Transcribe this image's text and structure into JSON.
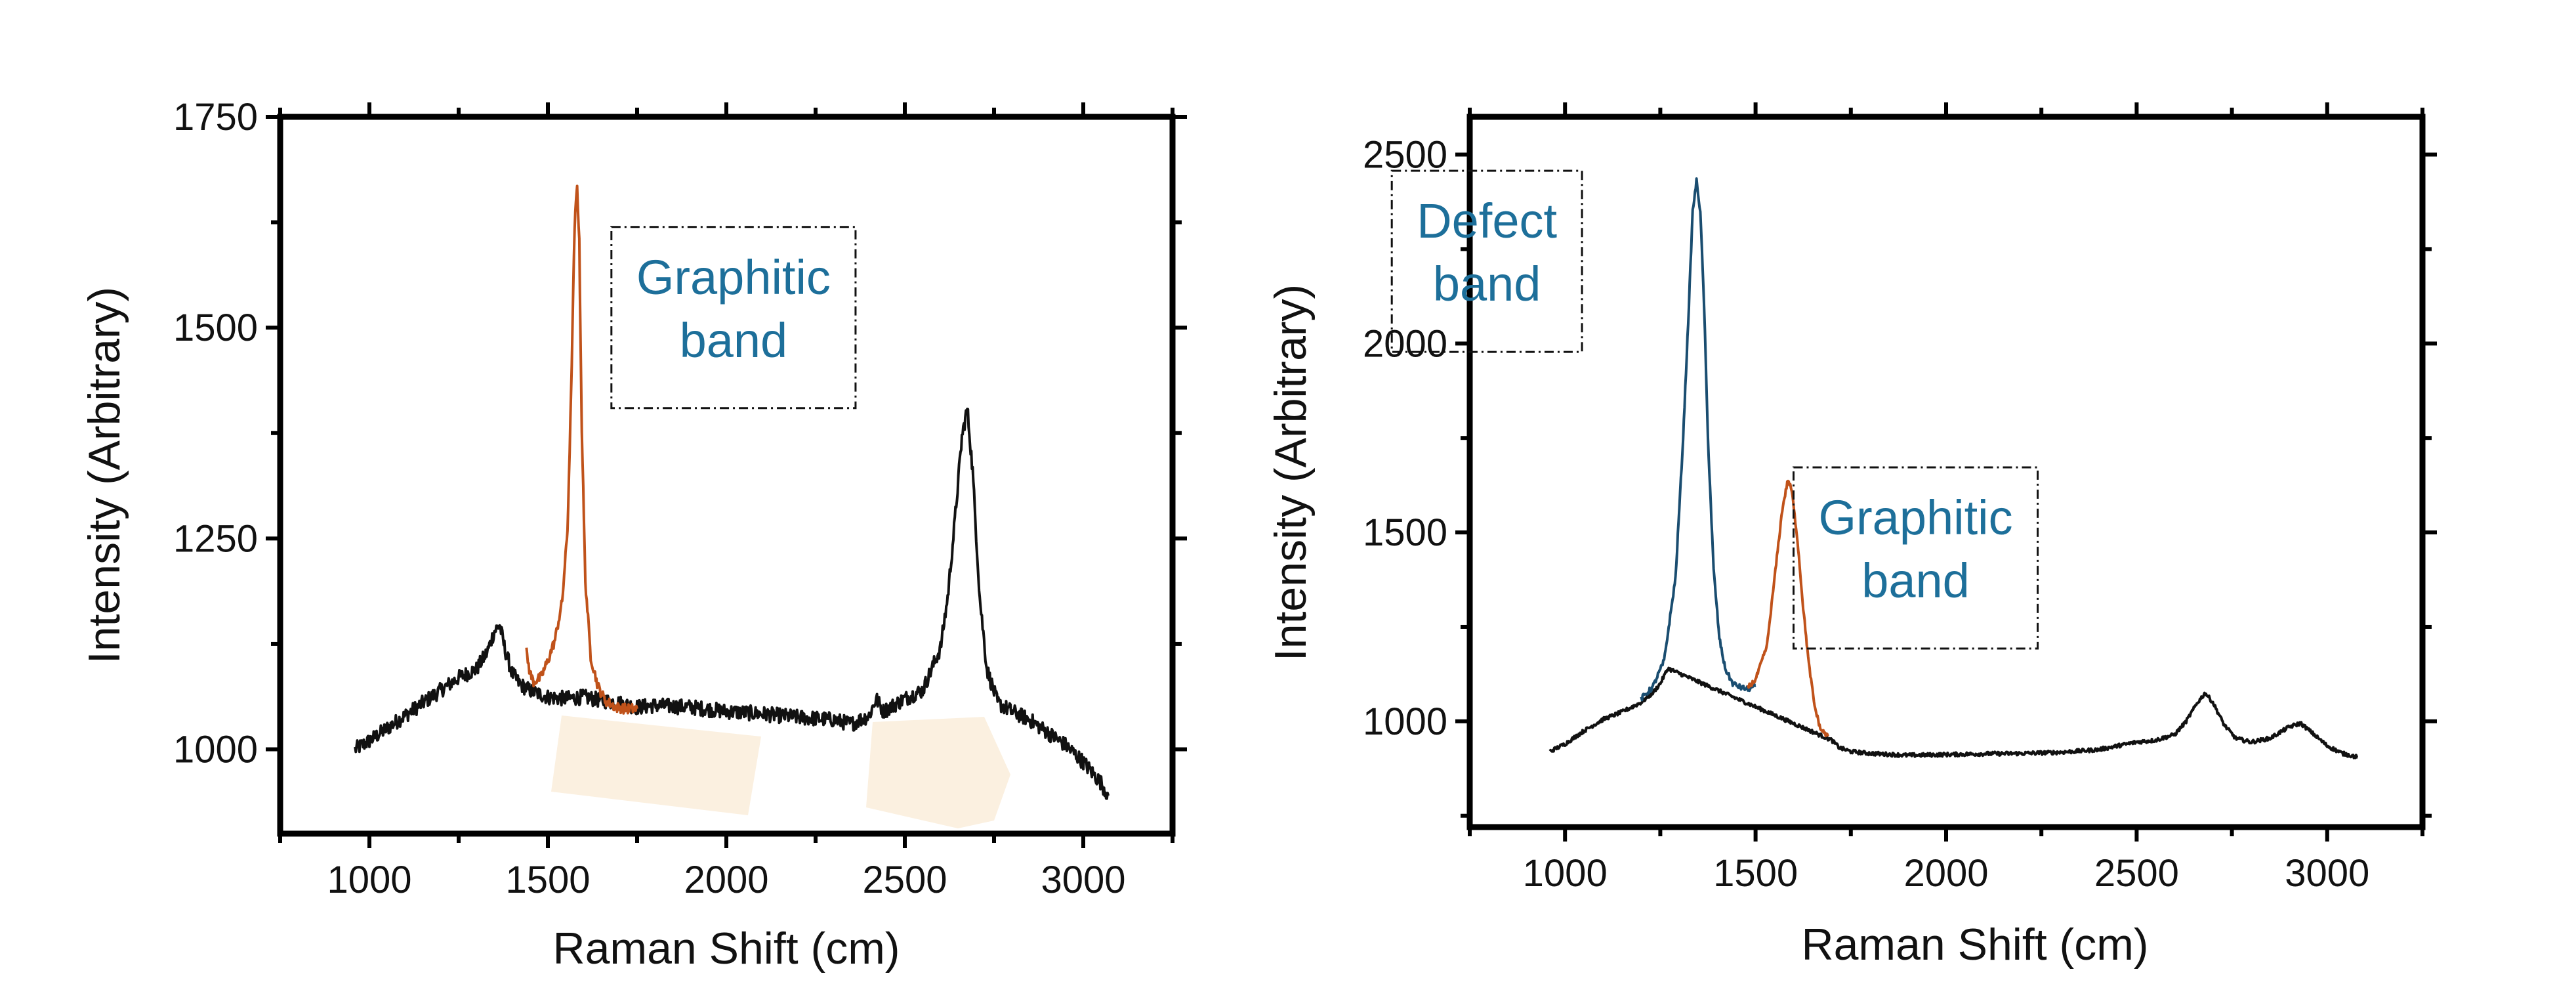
{
  "chart_data": [
    {
      "type": "line",
      "xlabel": "Raman Shift (cm)",
      "ylabel": "Intensity (Arbitrary)",
      "xlim": [
        750,
        3250
      ],
      "ylim": [
        900,
        1750
      ],
      "xticks": [
        1000,
        1500,
        2000,
        2500,
        3000
      ],
      "yticks": [
        1000,
        1250,
        1500,
        1750
      ],
      "grid": false,
      "annotations": [
        {
          "text": [
            "Graphitic",
            "band"
          ],
          "x": 2020,
          "y": 1540,
          "color": "#1d6f9a"
        }
      ],
      "series": [
        {
          "color": "#111111",
          "noise": 9,
          "x": [
            960,
            1000,
            1050,
            1100,
            1150,
            1200,
            1250,
            1300,
            1330,
            1350,
            1365,
            1380,
            1400,
            1420,
            1440,
            1460,
            1480,
            1500,
            1550,
            1600,
            1650,
            1700,
            1750,
            1800,
            1900,
            2000,
            2100,
            2200,
            2300,
            2350,
            2400,
            2420,
            2440,
            2460,
            2500,
            2550,
            2600,
            2620,
            2640,
            2660,
            2675,
            2690,
            2710,
            2730,
            2760,
            2800,
            2850,
            2900,
            2950,
            3000,
            3050,
            3070
          ],
          "y": [
            1000,
            1010,
            1025,
            1040,
            1055,
            1070,
            1085,
            1095,
            1115,
            1140,
            1148,
            1118,
            1090,
            1078,
            1072,
            1068,
            1065,
            1062,
            1060,
            1062,
            1058,
            1055,
            1050,
            1052,
            1050,
            1045,
            1042,
            1038,
            1035,
            1030,
            1040,
            1060,
            1045,
            1050,
            1060,
            1070,
            1120,
            1180,
            1270,
            1370,
            1405,
            1330,
            1180,
            1095,
            1055,
            1045,
            1035,
            1020,
            1005,
            985,
            960,
            945
          ]
        },
        {
          "color": "#c0521a",
          "noise": 6,
          "x": [
            1440,
            1450,
            1460,
            1480,
            1500,
            1520,
            1540,
            1555,
            1565,
            1575,
            1582,
            1588,
            1595,
            1605,
            1620,
            1640,
            1660,
            1690,
            1720,
            1750
          ],
          "y": [
            1115,
            1090,
            1080,
            1085,
            1105,
            1130,
            1175,
            1260,
            1420,
            1620,
            1670,
            1600,
            1380,
            1200,
            1110,
            1075,
            1058,
            1050,
            1048,
            1048
          ]
        }
      ]
    },
    {
      "type": "line",
      "xlabel": "Raman Shift (cm)",
      "ylabel": "Intensity (Arbitrary)",
      "xlim": [
        750,
        3250
      ],
      "ylim": [
        720,
        2600
      ],
      "xticks": [
        1000,
        1500,
        2000,
        2500,
        3000
      ],
      "yticks": [
        1000,
        1500,
        2000,
        2500
      ],
      "grid": false,
      "annotations": [
        {
          "text": [
            "Defect",
            "band"
          ],
          "x": 795,
          "y": 2280,
          "color": "#1d6f9a"
        },
        {
          "text": [
            "Graphitic",
            "band"
          ],
          "x": 1920,
          "y": 1495,
          "color": "#1d6f9a"
        }
      ],
      "series": [
        {
          "color": "#111111",
          "noise": 5,
          "x": [
            960,
            1000,
            1050,
            1100,
            1150,
            1200,
            1230,
            1250,
            1270,
            1700,
            1720,
            1750,
            1800,
            1900,
            2000,
            2100,
            2200,
            2300,
            2400,
            2450,
            2500,
            2550,
            2600,
            2630,
            2660,
            2680,
            2700,
            2730,
            2760,
            2800,
            2850,
            2900,
            2930,
            2960,
            3000,
            3040,
            3080
          ],
          "y": [
            920,
            940,
            975,
            1005,
            1025,
            1050,
            1075,
            1100,
            1140,
            950,
            930,
            920,
            915,
            910,
            912,
            914,
            915,
            918,
            925,
            935,
            945,
            950,
            965,
            1000,
            1050,
            1075,
            1050,
            990,
            955,
            945,
            955,
            985,
            995,
            970,
            935,
            915,
            905
          ]
        },
        {
          "color": "#1a4d70",
          "noise": 7,
          "x": [
            1200,
            1230,
            1260,
            1290,
            1310,
            1325,
            1335,
            1345,
            1355,
            1365,
            1375,
            1390,
            1405,
            1420,
            1440,
            1460,
            1480,
            1500
          ],
          "y": [
            1060,
            1090,
            1160,
            1380,
            1750,
            2100,
            2350,
            2430,
            2350,
            2100,
            1750,
            1400,
            1220,
            1140,
            1100,
            1090,
            1085,
            1095
          ]
        },
        {
          "color": "#c0521a",
          "noise": 6,
          "x": [
            1480,
            1500,
            1530,
            1550,
            1570,
            1585,
            1595,
            1610,
            1625,
            1640,
            1655,
            1670,
            1690
          ],
          "y": [
            1090,
            1110,
            1200,
            1380,
            1560,
            1640,
            1610,
            1480,
            1300,
            1150,
            1040,
            980,
            960
          ]
        }
      ]
    }
  ]
}
